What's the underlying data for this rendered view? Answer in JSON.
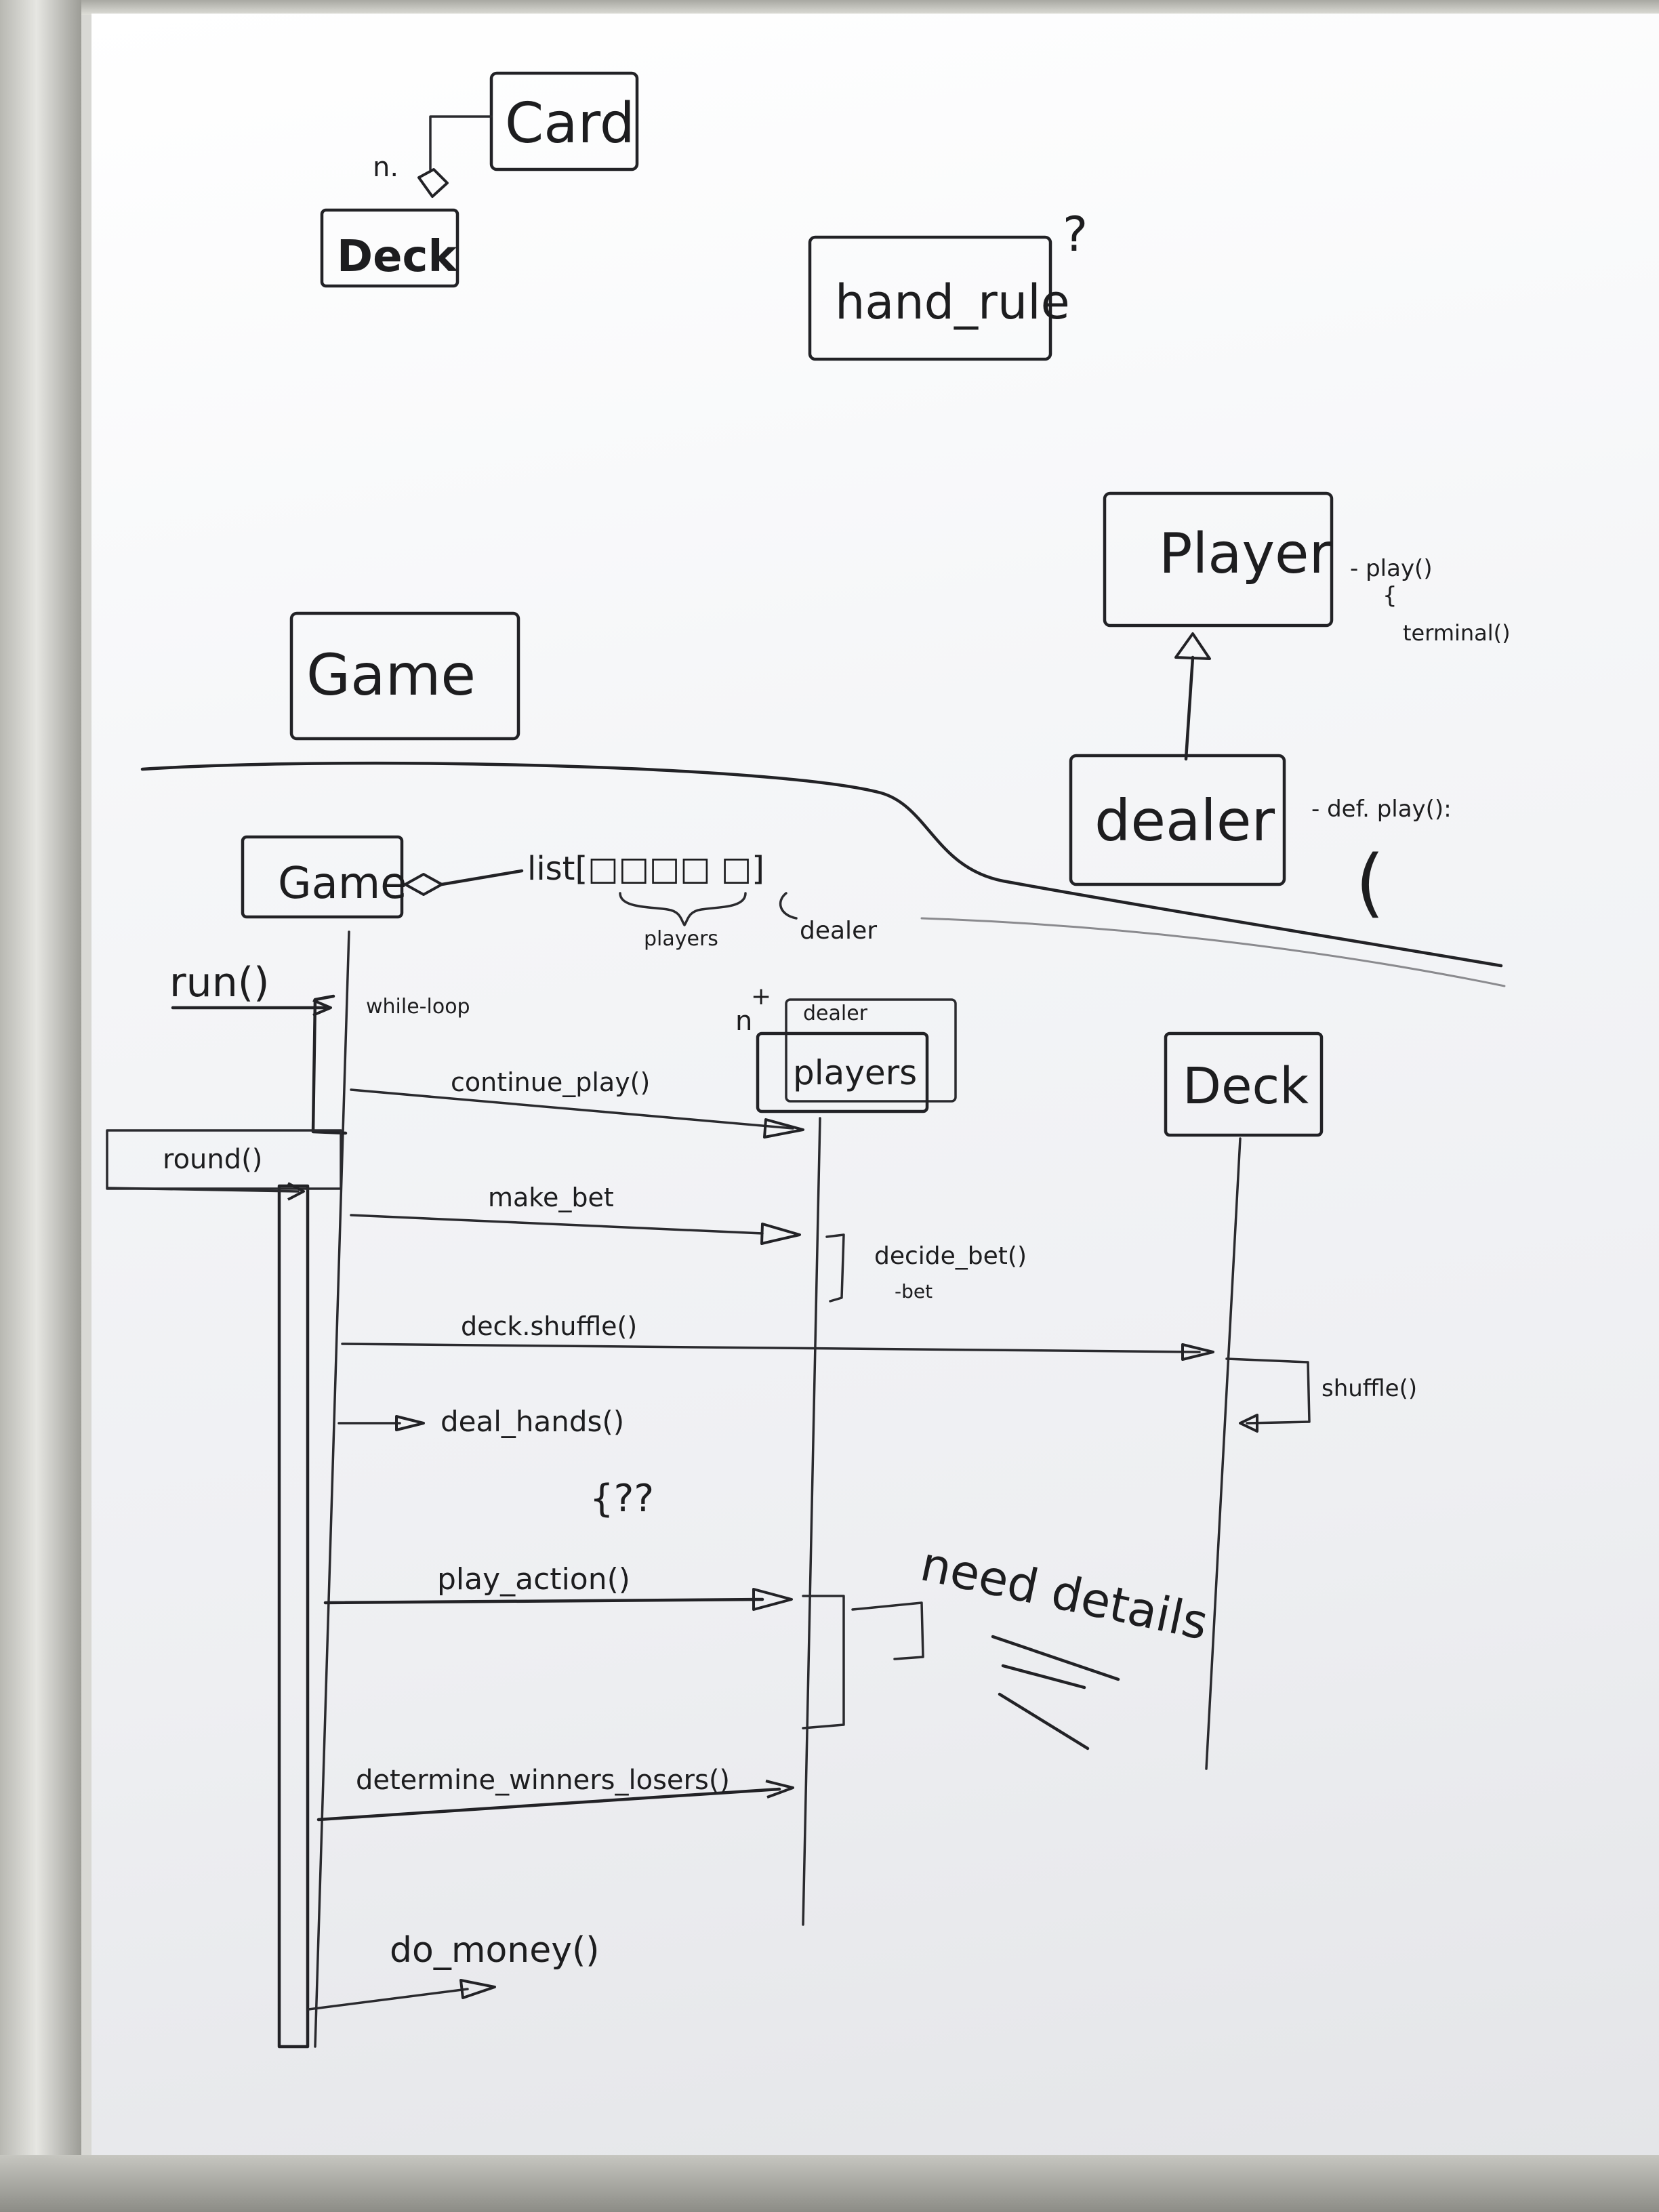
{
  "class_diagram": {
    "card": "Card",
    "deck": "Deck",
    "multiplicity": "n.",
    "hand_rule": "hand_rule",
    "hand_rule_mark": "?",
    "game": "Game",
    "player": "Player",
    "player_note_1": "- play()",
    "player_note_2": "{",
    "player_note_3": "terminal()",
    "dealer": "dealer",
    "dealer_note_1": "- def. play():",
    "dealer_note_2": "("
  },
  "sequence_diagram": {
    "game": "Game",
    "list_label": "list[□□□□ □]",
    "players_brace": "players",
    "dealer_brace": "dealer",
    "players_box": "players",
    "dealer_box": "dealer",
    "multiplicity": "n",
    "plus_mark": "+",
    "deck": "Deck",
    "run_label": "run()",
    "while_loop": "while-loop",
    "round_label": "round()",
    "messages": {
      "continue_play": "continue_play()",
      "make_bet": "make_bet",
      "decide_bet": "decide_bet()",
      "bet_return": "-bet",
      "deck_shuffle": "deck.shuffle()",
      "shuffle_self": "shuffle()",
      "deal_hands": "deal_hands()",
      "deal_hands_note": "{??",
      "play_action": "play_action()",
      "need_details": "need details",
      "determine_winners": "determine_winners_losers()",
      "do_money": "do_money()"
    }
  }
}
